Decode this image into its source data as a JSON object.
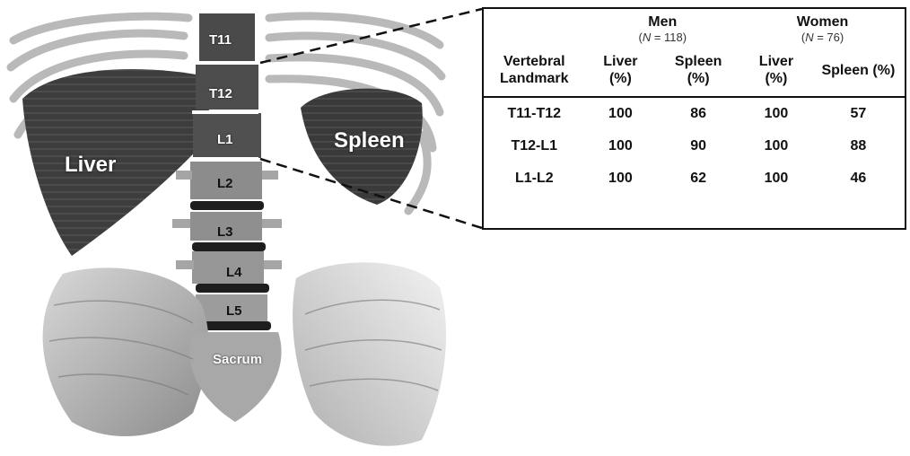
{
  "anatomy": {
    "organs": {
      "liver": "Liver",
      "spleen": "Spleen"
    },
    "vertebrae": [
      "T11",
      "T12",
      "L1",
      "L2",
      "L3",
      "L4",
      "L5"
    ],
    "sacrum": "Sacrum"
  },
  "table": {
    "groups": [
      {
        "name": "Men",
        "n_label": "N",
        "n_value": " = 118"
      },
      {
        "name": "Women",
        "n_label": "N",
        "n_value": " = 76"
      }
    ],
    "columns": {
      "landmark": "Vertebral Landmark",
      "liver": "Liver (%)",
      "spleen": "Spleen (%)"
    },
    "rows": [
      {
        "landmark": "T11-T12",
        "men_liver": "100",
        "men_spleen": "86",
        "women_liver": "100",
        "women_spleen": "57"
      },
      {
        "landmark": "T12-L1",
        "men_liver": "100",
        "men_spleen": "90",
        "women_liver": "100",
        "women_spleen": "88"
      },
      {
        "landmark": "L1-L2",
        "men_liver": "100",
        "men_spleen": "62",
        "women_liver": "100",
        "women_spleen": "46"
      }
    ]
  }
}
